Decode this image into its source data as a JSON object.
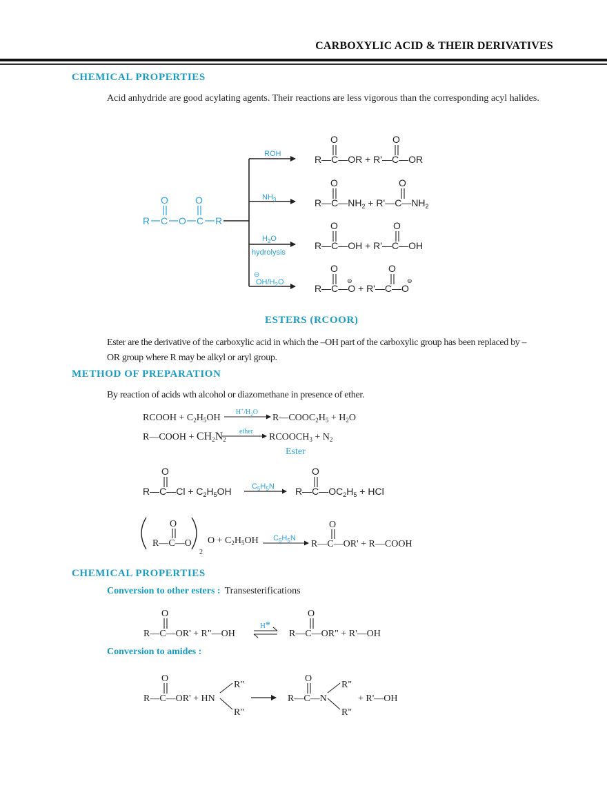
{
  "header": {
    "title": "CARBOXYLIC ACID & THEIR DERIVATIVES"
  },
  "colors": {
    "accent": "#1b9cc2",
    "reagent": "#27a3dd",
    "text": "#231f20"
  },
  "section1": {
    "heading": "CHEMICAL PROPERTIES",
    "intro": "Acid anhydride are good acylating agents. Their reactions are less vigorous than the corresponding acyl halides.",
    "diagram": {
      "reactant": "R—C(=O)—O—C(=O)—R",
      "branches": [
        {
          "reagent": "ROH",
          "note": "",
          "products": "R—C(=O)—OR + R'—C(=O)—OR"
        },
        {
          "reagent": "NH3",
          "note": "",
          "products": "R—C(=O)—NH2 + R'—C(=O)—NH2"
        },
        {
          "reagent": "H2O",
          "note": "hydrolysis",
          "products": "R—C(=O)—OH + R'—C(=O)—OH"
        },
        {
          "reagent": "⊖OH/H2O",
          "note": "",
          "products": "R—C(=O)—O⊖ + R'—C(=O)—O⊖"
        }
      ]
    }
  },
  "esters": {
    "heading": "ESTERS (RCOOR)",
    "description_line1": "Ester are the derivative of the carboxylic acid in which the –OH part of the carboxylic group has been replaced by –",
    "description_line2": "OR group where R may be alkyl or aryl group."
  },
  "preparation": {
    "heading": "METHOD OF PREPARATION",
    "intro": "By reaction of acids wth alcohol or diazomethane in presence of ether.",
    "reactions": [
      {
        "left": "RCOOH + C2H5OH",
        "reagent": "H+/H2O",
        "right": "R—COOC2H5 + H2O"
      },
      {
        "left": "R—COOH + CH2N2",
        "reagent": "ether",
        "right": "RCOOCH3 + N2",
        "label": "Ester"
      },
      {
        "left": "R—C(=O)—Cl + C2H5OH",
        "reagent": "C5H5N",
        "right": "R—C(=O)—OC2H5 + HCl"
      },
      {
        "left": "(R—C(=O)—O)2 O + C2H5OH",
        "reagent": "C5H5N",
        "right": "R—C(=O)—OR' + R—COOH"
      }
    ]
  },
  "section2": {
    "heading": "CHEMICAL PROPERTIES",
    "transesterification": {
      "label": "Conversion to other esters :",
      "name": "Transesterifications",
      "left": "R—C(=O)—OR' + R\"—OH",
      "catalyst": "H⊕",
      "right": "R—C(=O)—OR\" + R'—OH"
    },
    "amides": {
      "label": "Conversion to amides :",
      "left": "R—C(=O)—OR' + HN(R\")2",
      "right": "R—C(=O)—N(R\")2 + R'—OH"
    }
  }
}
